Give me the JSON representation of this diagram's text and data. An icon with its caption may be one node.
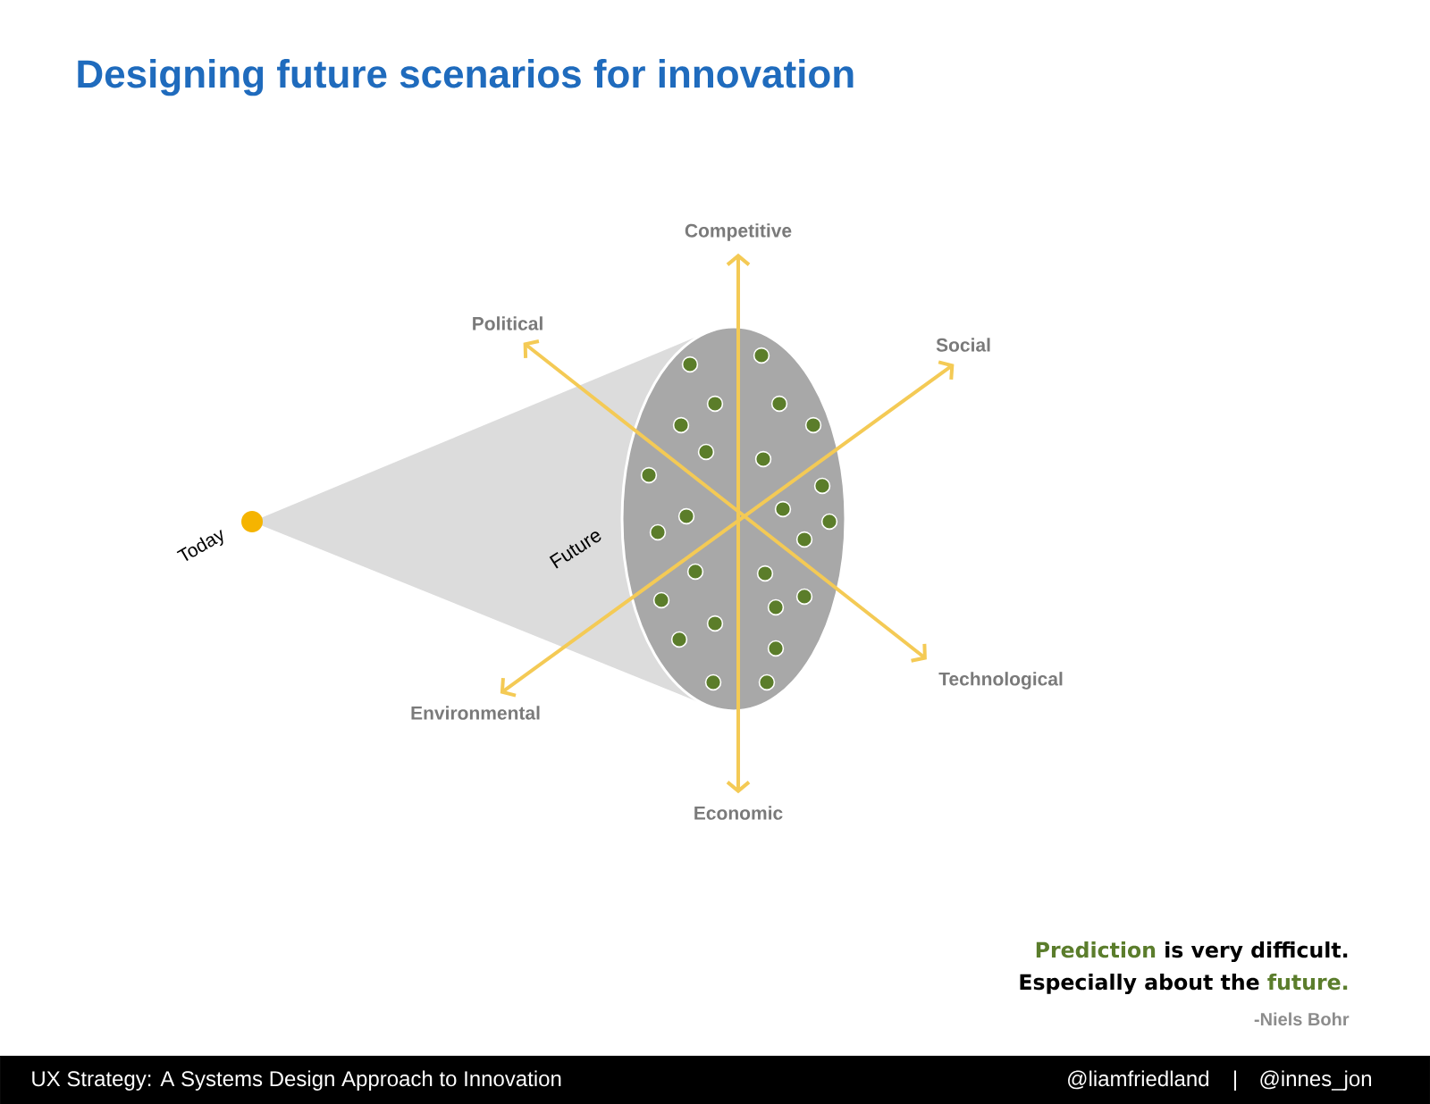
{
  "diagram": {
    "title": "Designing future scenarios for innovation",
    "nodes": [
      {
        "text": [
          "Competitive"
        ]
      },
      {
        "text": [
          "Political"
        ]
      },
      {
        "text": [
          "Social"
        ]
      },
      {
        "text": [
          "Technological"
        ]
      },
      {
        "text": [
          "Environmental"
        ]
      },
      {
        "text": [
          "Economic"
        ]
      }
    ],
    "edges": [
      {
        "from": 0,
        "to": 5,
        "arrow": "both"
      },
      {
        "from": 1,
        "to": 3,
        "arrow": "both"
      },
      {
        "from": 2,
        "to": 4,
        "arrow": "both"
      }
    ],
    "labels": [
      "Today",
      "Future",
      "Prediction",
      "is very difficult.",
      "Especially about the",
      "future.",
      "-Niels Bohr",
      "UX Strategy: A Systems Design Approach to Innovation",
      "@liamfriedland",
      "|",
      "@innes_jon"
    ]
  }
}
